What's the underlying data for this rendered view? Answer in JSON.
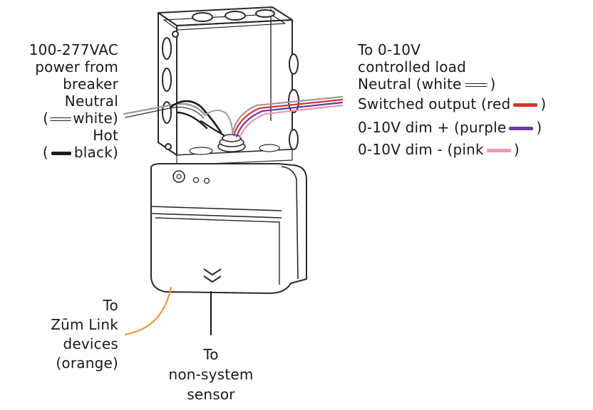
{
  "colors": {
    "outline": "#2a2a2a",
    "wire_white": "#9a9a9a",
    "wire_black": "#1a1a1a",
    "wire_red": "#d9342b",
    "wire_purple": "#6a3aa2",
    "wire_pink": "#e79ab0",
    "wire_orange": "#e59a3b"
  },
  "left_labels": {
    "line1": "100-277VAC",
    "line2": "power from",
    "line3": "breaker",
    "line4": "Neutral",
    "line5_paren_open": "(",
    "line5_text": "white)",
    "line6": "Hot",
    "line7_paren_open": "(",
    "line7_text": "black)"
  },
  "right_labels": {
    "line1": "To 0-10V",
    "line2": "controlled load",
    "neutral_text": "Neutral (white",
    "neutral_close": ")",
    "switched_text": "Switched output (red",
    "switched_close": ")",
    "dim_plus_text": "0-10V dim + (purple",
    "dim_plus_close": ")",
    "dim_minus_text": "0-10V dim - (pink",
    "dim_minus_close": ")"
  },
  "bottom_left_labels": {
    "line1": "To",
    "line2": "Zūm Link",
    "line3": "devices",
    "line4": "(orange)"
  },
  "bottom_center_labels": {
    "line1": "To",
    "line2": "non-system",
    "line3": "sensor"
  }
}
